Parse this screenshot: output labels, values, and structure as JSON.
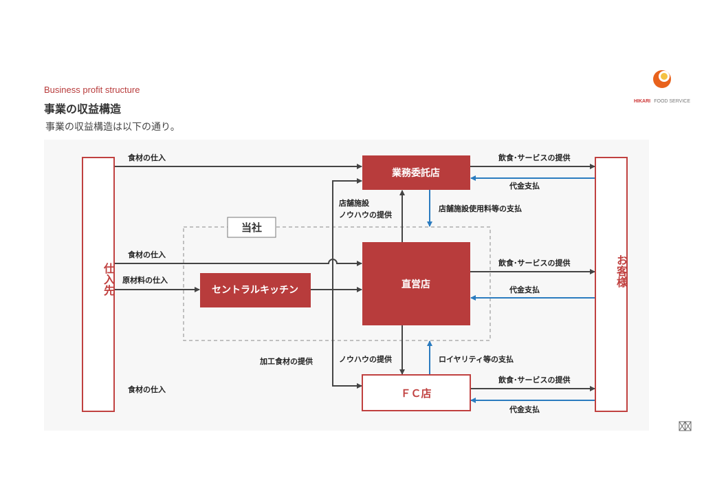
{
  "header": {
    "subtitle": "Business profit structure",
    "title": "事業の収益構造",
    "description": "事業の収益構造は以下の通り。"
  },
  "logo": {
    "brand": "HIKARI",
    "rest": "FOOD SERVICE"
  },
  "diagram": {
    "suppliers": "仕入先",
    "customers": "お客様",
    "company": "当社",
    "consignment_store": "業務委託店",
    "direct_store": "直営店",
    "fc_store": "ＦＣ店",
    "central_kitchen": "セントラルキッチン",
    "labels": {
      "food_purchase": "食材の仕入",
      "raw_purchase": "原材料の仕入",
      "processed_supply": "加工食材の提供",
      "facility_1": "店舗施設",
      "facility_2": "ノウハウの提供",
      "facility_fee": "店舗施設使用料等の支払",
      "knowhow": "ノウハウの提供",
      "royalty": "ロイヤリティ等の支払",
      "service": "飲食･サービスの提供",
      "payment": "代金支払"
    }
  },
  "colors": {
    "red": "#b83c3c",
    "blue": "#2a7bbf",
    "dark": "#444444"
  }
}
